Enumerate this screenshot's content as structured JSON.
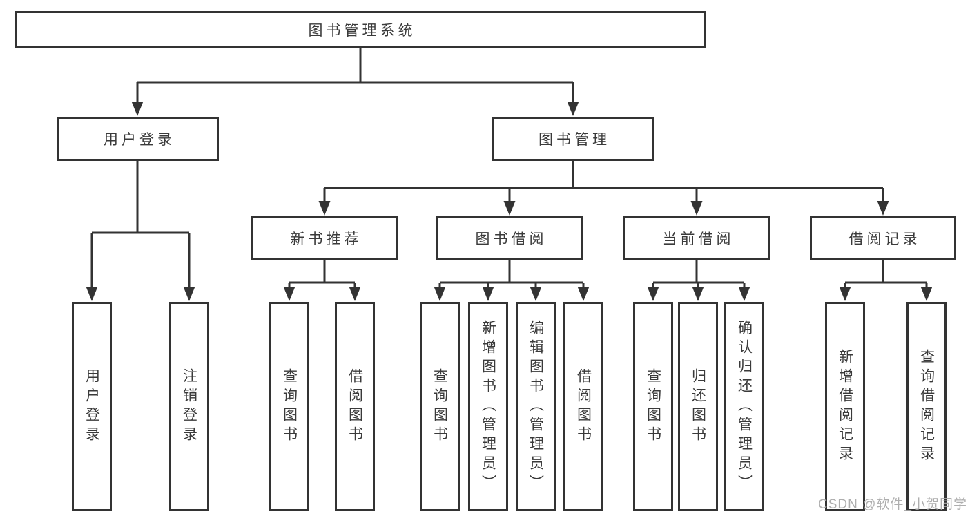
{
  "tree": {
    "label": "图书管理系统",
    "children": [
      {
        "label": "用户登录",
        "children": [
          {
            "label": "用户登录"
          },
          {
            "label": "注销登录"
          }
        ]
      },
      {
        "label": "图书管理",
        "children": [
          {
            "label": "新书推荐",
            "children": [
              {
                "label": "查询图书"
              },
              {
                "label": "借阅图书"
              }
            ]
          },
          {
            "label": "图书借阅",
            "children": [
              {
                "label": "查询图书"
              },
              {
                "label": "新增图书（管理员）"
              },
              {
                "label": "编辑图书（管理员）"
              },
              {
                "label": "借阅图书"
              }
            ]
          },
          {
            "label": "当前借阅",
            "children": [
              {
                "label": "查询图书"
              },
              {
                "label": "归还图书"
              },
              {
                "label": "确认归还（管理员）"
              }
            ]
          },
          {
            "label": "借阅记录",
            "children": [
              {
                "label": "新增借阅记录"
              },
              {
                "label": "查询借阅记录"
              }
            ]
          }
        ]
      }
    ]
  },
  "watermark": {
    "text": "CSDN @软件_小贺同学"
  },
  "colors": {
    "line": "#333333",
    "text": "#3a3a3a",
    "box_background": "#ffffff",
    "page_background": "#ffffff",
    "watermark": "#a5a5a5"
  }
}
